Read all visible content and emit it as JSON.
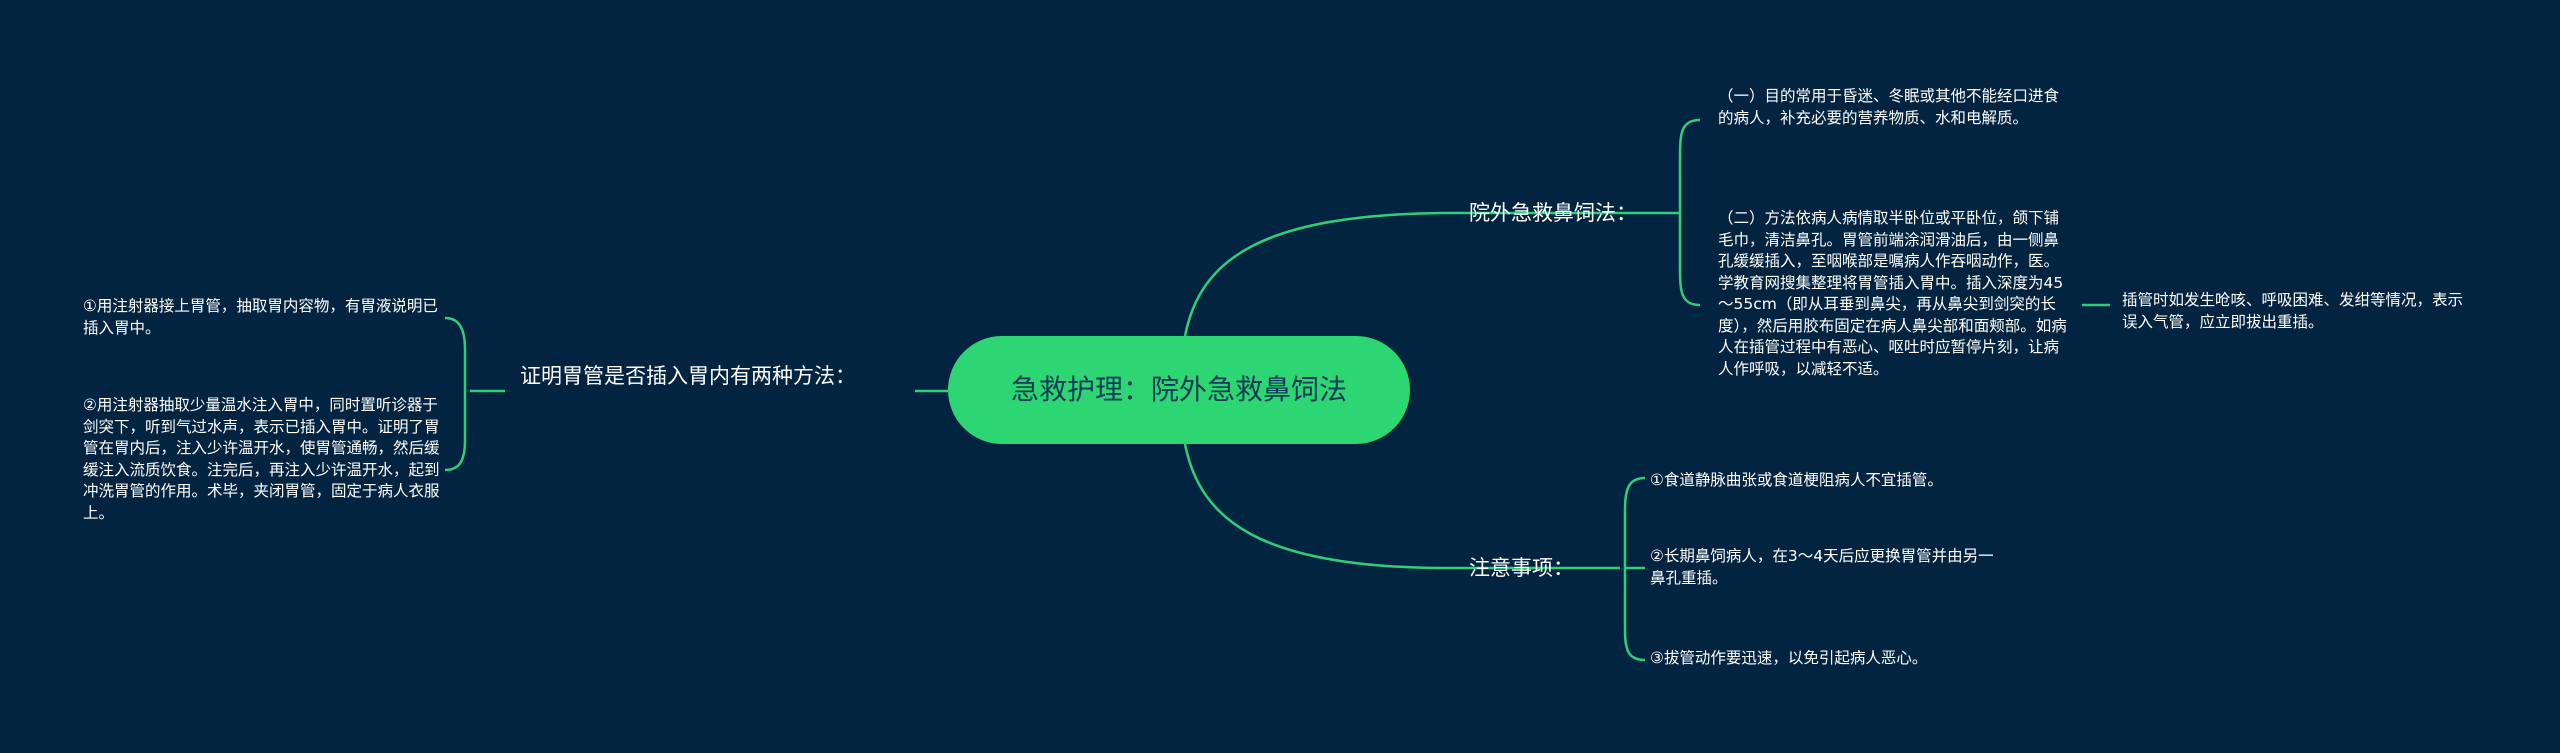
{
  "root": {
    "title": "急救护理：院外急救鼻饲法"
  },
  "branches": {
    "left": {
      "label": "证明胃管是否插入胃内有两种方法：",
      "items": [
        "①用注射器接上胃管，抽取胃内容物，有胃液说明已插入胃中。",
        "②用注射器抽取少量温水注入胃中，同时置听诊器于剑突下，听到气过水声，表示已插入胃中。证明了胃管在胃内后，注入少许温开水，使胃管通畅，然后缓缓注入流质饮食。注完后，再注入少许温开水，起到冲洗胃管的作用。术毕，夹闭胃管，固定于病人衣服上。"
      ]
    },
    "right_top": {
      "label": "院外急救鼻饲法：",
      "items": [
        "（一）目的常用于昏迷、冬眠或其他不能经口进食的病人，补充必要的营养物质、水和电解质。",
        "（二）方法依病人病情取半卧位或平卧位，颌下铺毛巾，清洁鼻孔。胃管前端涂润滑油后，由一侧鼻孔缓缓插入，至咽喉部是嘱病人作吞咽动作，医。学教育网搜集整理将胃管插入胃中。插入深度为45～55cm（即从耳垂到鼻尖，再从鼻尖到剑突的长度），然后用胶布固定在病人鼻尖部和面颊部。如病人在插管过程中有恶心、呕吐时应暂停片刻，让病人作呼吸，以减轻不适。"
      ],
      "sub_item": "插管时如发生呛咳、呼吸困难、发绀等情况，表示误入气管，应立即拔出重插。"
    },
    "right_bottom": {
      "label": "注意事项：",
      "items": [
        "①食道静脉曲张或食道梗阻病人不宜插管。",
        "②长期鼻饲病人，在3～4天后应更换胃管并由另一鼻孔重插。",
        "③拔管动作要迅速，以免引起病人恶心。"
      ]
    }
  },
  "colors": {
    "background": "#032440",
    "root_fill": "#2ed573",
    "root_text": "#0c3b55",
    "connector": "#2fcf7a",
    "text": "#ffffff"
  }
}
